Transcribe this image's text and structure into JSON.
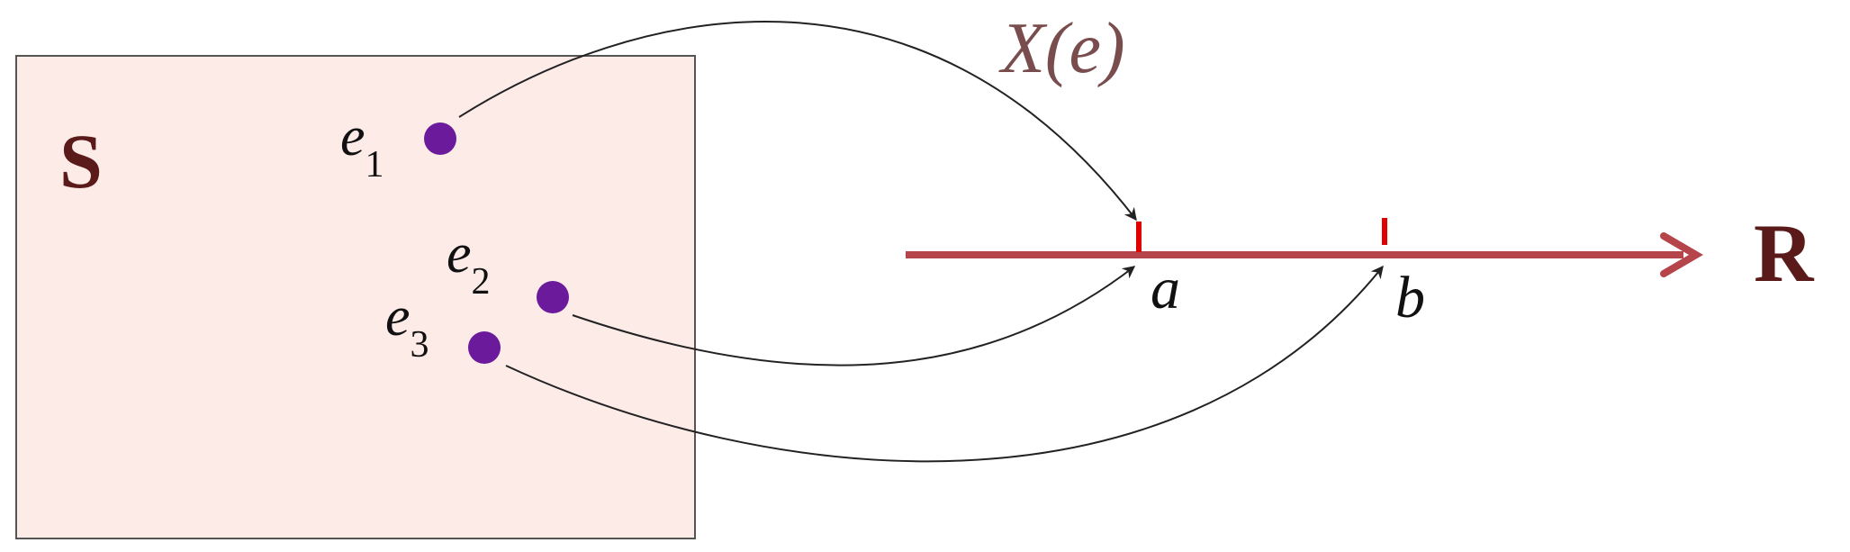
{
  "sample_space": {
    "label": "S",
    "fill_color": "#fdebe8",
    "border_color": "#555555",
    "label_color": "#5a1a1a"
  },
  "outcomes": [
    {
      "name": "e",
      "subscript": "1"
    },
    {
      "name": "e",
      "subscript": "2"
    },
    {
      "name": "e",
      "subscript": "3"
    }
  ],
  "outcome_point_color": "#6a1a9a",
  "function_label": "X(e)",
  "function_label_color": "#6b3a3a",
  "real_line": {
    "label": "R",
    "color": "#b5444b",
    "label_color": "#5a1a1a",
    "marks": [
      {
        "label": "a"
      },
      {
        "label": "b"
      }
    ],
    "tick_color": "#e00000"
  },
  "arrow_color": "#222222"
}
